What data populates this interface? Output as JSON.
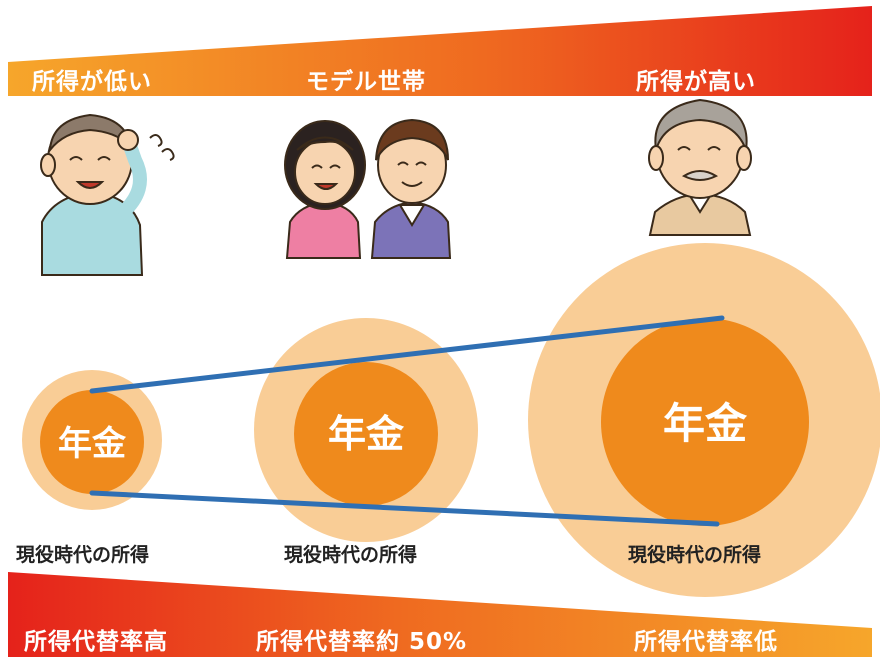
{
  "top_band": {
    "left_label": "所得が低い",
    "center_label": "モデル世帯",
    "right_label": "所得が高い"
  },
  "people": {
    "left": "low-income-elderly-man",
    "center": "model-household-couple",
    "right": "high-income-elderly-man"
  },
  "circles": {
    "inner_label": "年金",
    "outer_caption": "現役時代の所得",
    "left": {
      "inner_label": "年金",
      "outer_caption": "現役時代の所得"
    },
    "center": {
      "inner_label": "年金",
      "outer_caption": "現役時代の所得"
    },
    "right": {
      "inner_label": "年金",
      "outer_caption": "現役時代の所得"
    }
  },
  "bottom_band": {
    "left_label": "所得代替率高",
    "center_label": "所得代替率約 50%",
    "right_label": "所得代替率低"
  },
  "colors": {
    "band_light": "#f4a32a",
    "band_dark": "#e8241b",
    "outer_circle": "#f9cd96",
    "inner_circle": "#ef8a1c",
    "connector_line": "#2f6fb3"
  }
}
